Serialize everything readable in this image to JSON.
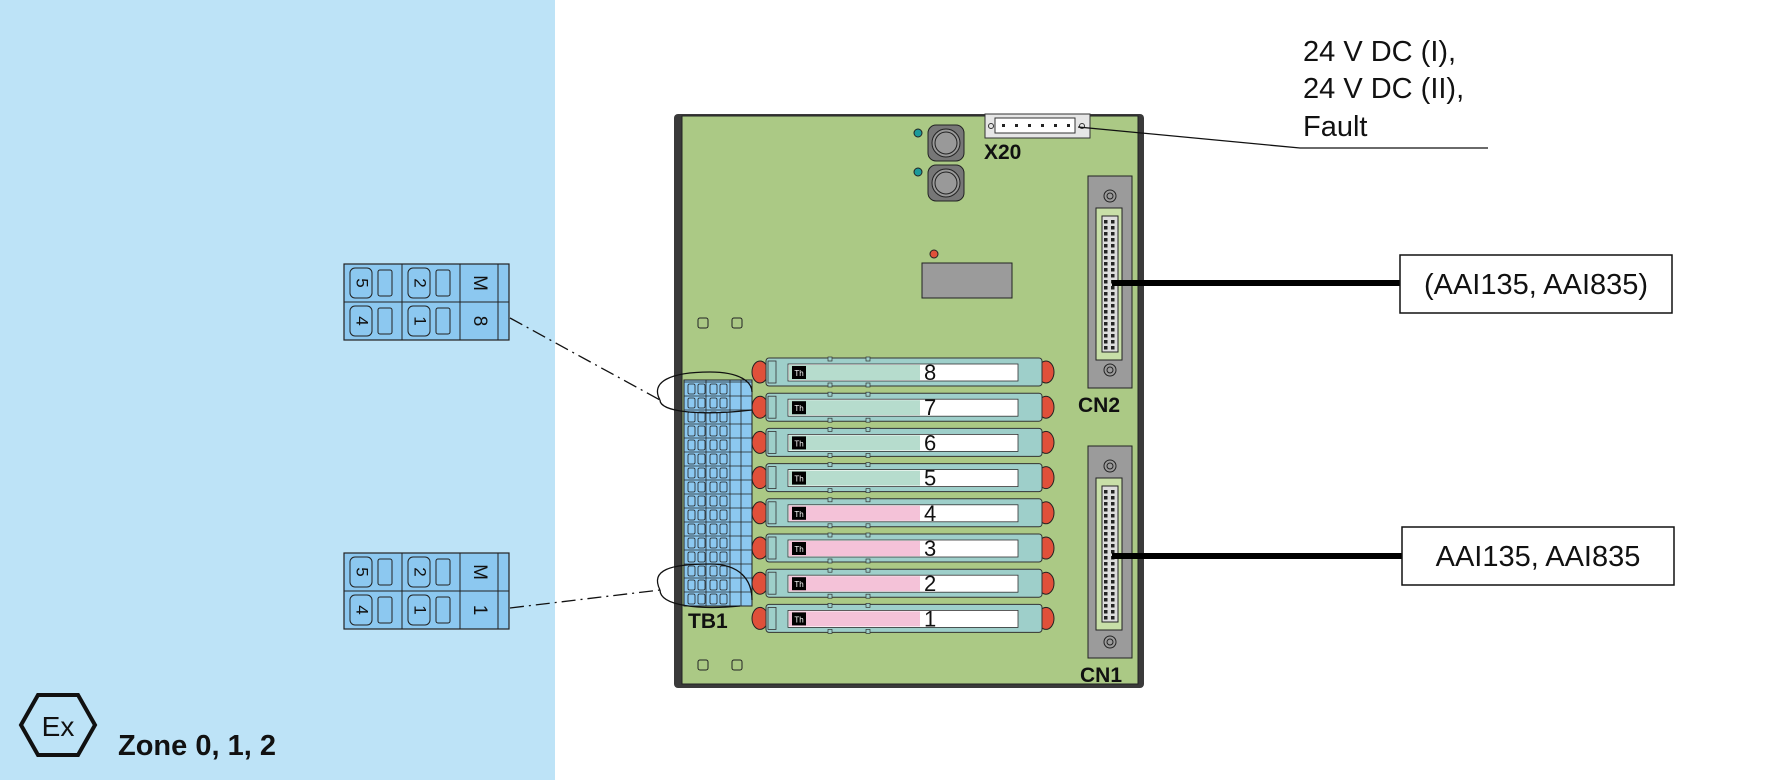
{
  "zone": {
    "symbol": "Ex",
    "label": "Zone 0, 1, 2",
    "background_color": "#bde3f7"
  },
  "board": {
    "color": "#abc985",
    "frame_color": "#3a3a3a",
    "connector_x20": {
      "label": "X20",
      "callout": [
        "24 V DC (I),",
        "24 V DC (II),",
        "Fault"
      ]
    },
    "connector_cn2": {
      "label": "CN2",
      "target": "(AAI135, AAI835)"
    },
    "connector_cn1": {
      "label": "CN1",
      "target": "AAI135, AAI835"
    },
    "terminal_block": {
      "label": "TB1"
    },
    "led_colors": {
      "status_a": "#1b9a9a",
      "status_b": "#1b9a9a",
      "indicator": "#e0503a"
    }
  },
  "barriers": [
    {
      "channel": "8",
      "label_color": "#b6dccd"
    },
    {
      "channel": "7",
      "label_color": "#b6dccd"
    },
    {
      "channel": "6",
      "label_color": "#b6dccd"
    },
    {
      "channel": "5",
      "label_color": "#b6dccd"
    },
    {
      "channel": "4",
      "label_color": "#f4c2d8"
    },
    {
      "channel": "3",
      "label_color": "#f4c2d8"
    },
    {
      "channel": "2",
      "label_color": "#f4c2d8"
    },
    {
      "channel": "1",
      "label_color": "#f4c2d8"
    }
  ],
  "field_terminals": [
    {
      "channel": "8",
      "top_row": [
        "5",
        "2",
        "M"
      ],
      "bottom_row": [
        "4",
        "1",
        "8"
      ]
    },
    {
      "channel": "1",
      "top_row": [
        "5",
        "2",
        "M"
      ],
      "bottom_row": [
        "4",
        "1",
        "1"
      ]
    }
  ]
}
